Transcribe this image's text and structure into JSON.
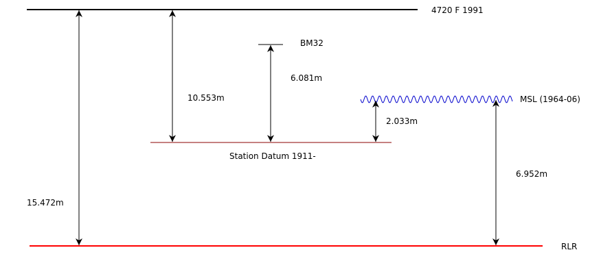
{
  "levels": {
    "top": {
      "label": "4720 F 1991",
      "color": "#000000"
    },
    "benchmark": {
      "label": "BM32",
      "color": "#000000"
    },
    "msl": {
      "label": "MSL (1964-06)",
      "color": "#0000cc"
    },
    "station_datum": {
      "label": "Station Datum 1911-",
      "color": "#8b0000"
    },
    "rlr": {
      "label": "RLR",
      "color": "#ff0000"
    }
  },
  "measurements": {
    "top_to_rlr": "15.472m",
    "top_to_station_datum": "10.553m",
    "benchmark_to_station_datum": "6.081m",
    "msl_to_station_datum": "2.033m",
    "msl_to_rlr": "6.952m"
  }
}
